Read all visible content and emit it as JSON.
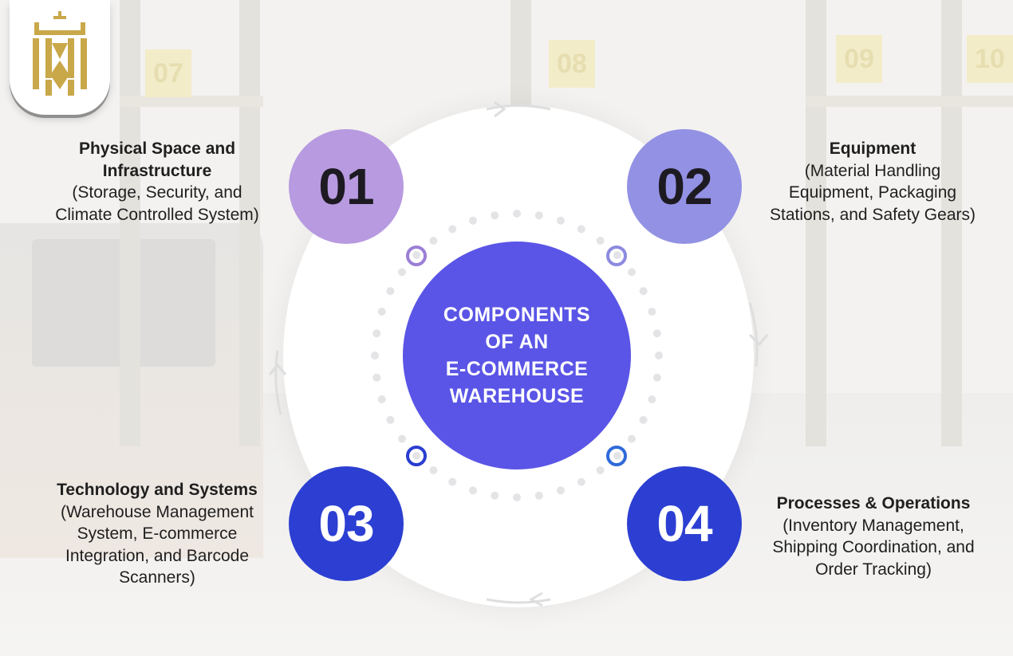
{
  "logo": {
    "icon": "crown-shield-logo-icon",
    "color": "#c9a84a"
  },
  "center": {
    "lines": [
      "COMPONENTS",
      "OF AN",
      "E-COMMERCE",
      "WAREHOUSE"
    ],
    "color": "#5a55e6"
  },
  "components": [
    {
      "number": "01",
      "title_lines": [
        "Physical Space and",
        "Infrastructure"
      ],
      "detail_lines": [
        "(Storage, Security, and",
        "Climate Controlled System)"
      ],
      "color": "#b89ae0"
    },
    {
      "number": "02",
      "title_lines": [
        "Equipment"
      ],
      "detail_lines": [
        "(Material Handling",
        "Equipment, Packaging",
        "Stations, and Safety Gears)"
      ],
      "color": "#9391e4"
    },
    {
      "number": "03",
      "title_lines": [
        "Technology and Systems"
      ],
      "detail_lines": [
        "(Warehouse Management",
        "System, E-commerce",
        "Integration, and Barcode",
        "Scanners)"
      ],
      "color": "#2c3fd2"
    },
    {
      "number": "04",
      "title_lines": [
        "Processes & Operations"
      ],
      "detail_lines": [
        "(Inventory Management,",
        "Shipping Coordination, and",
        "Order Tracking)"
      ],
      "color": "#2c3fd2"
    }
  ],
  "background": {
    "sign_numbers": [
      "07",
      "08",
      "09",
      "10"
    ]
  }
}
